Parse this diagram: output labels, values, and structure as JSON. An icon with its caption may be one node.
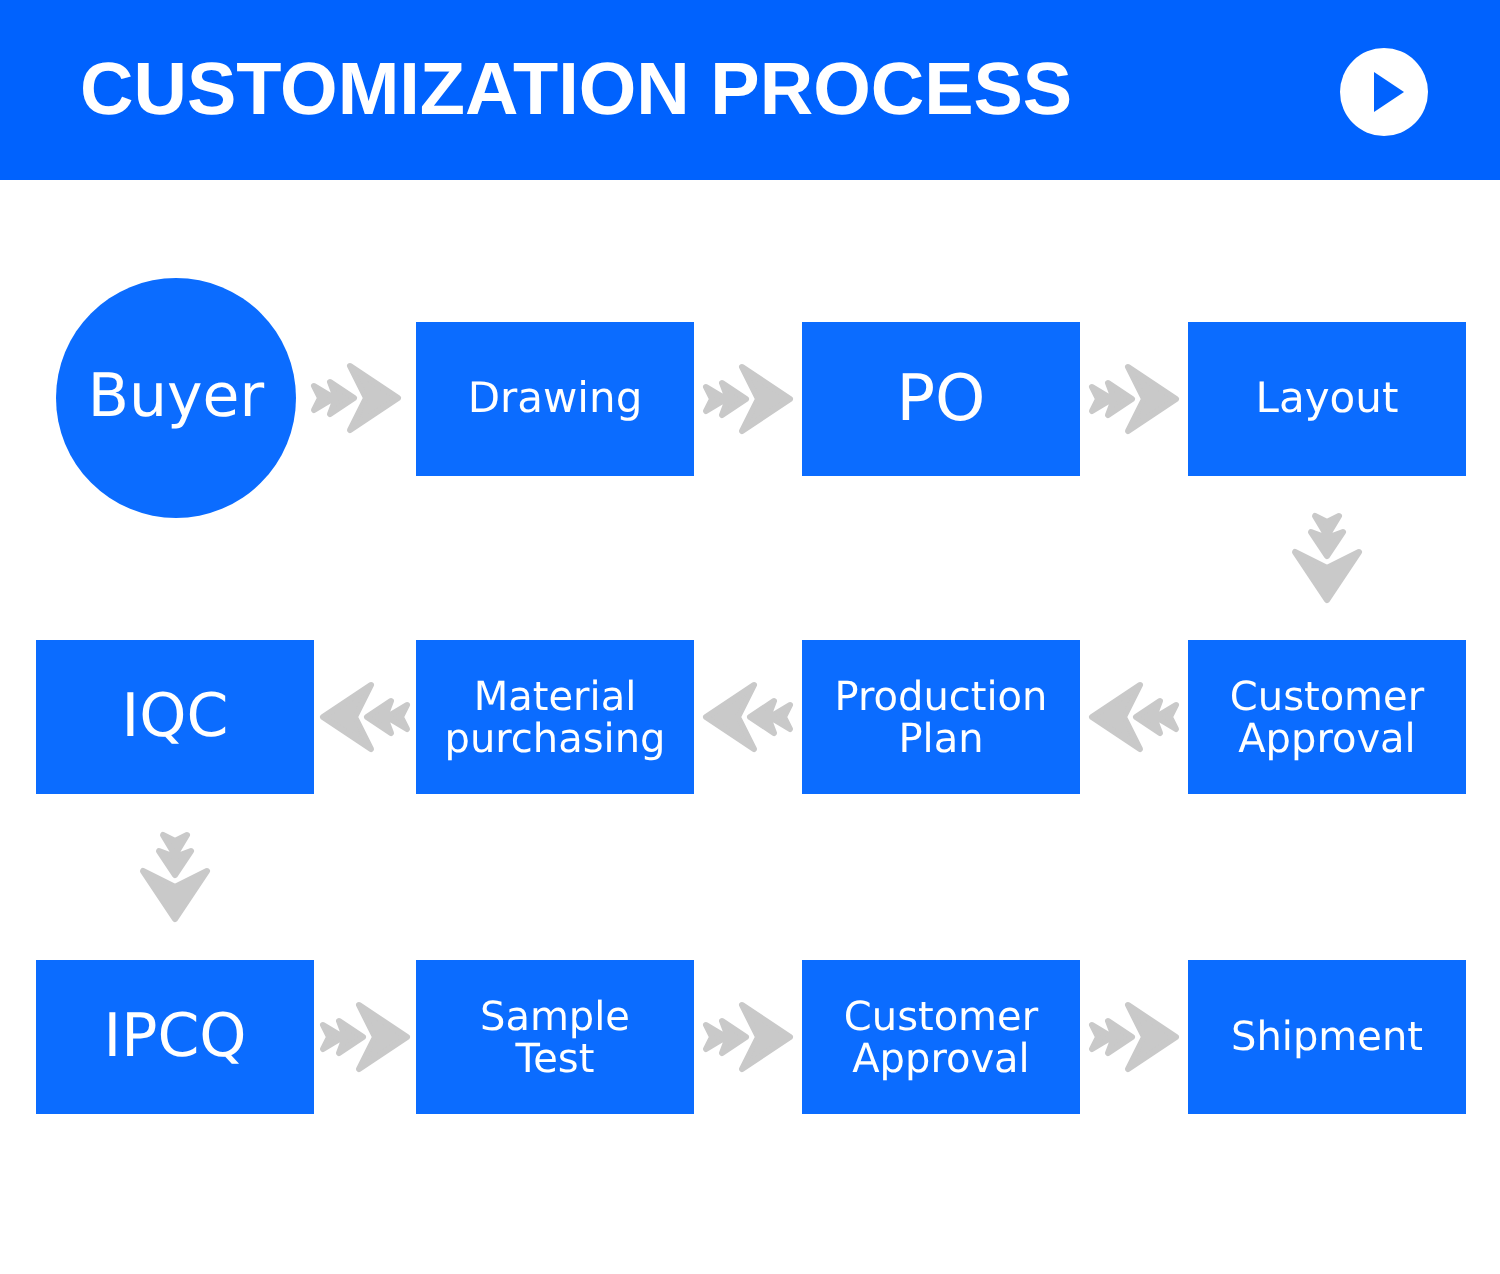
{
  "diagram": {
    "title": "CUSTOMIZATION PROCESS",
    "nodes": [
      {
        "text": [
          "Buyer"
        ]
      },
      {
        "text": [
          "Drawing"
        ]
      },
      {
        "text": [
          "PO"
        ]
      },
      {
        "text": [
          "Layout"
        ]
      },
      {
        "text": [
          "IQC"
        ]
      },
      {
        "text": [
          "Material purchasing"
        ]
      },
      {
        "text": [
          "Production Plan"
        ]
      },
      {
        "text": [
          "Customer Approval"
        ]
      },
      {
        "text": [
          "IPCQ"
        ]
      },
      {
        "text": [
          "Sample Test"
        ]
      },
      {
        "text": [
          "Customer Approval"
        ]
      },
      {
        "text": [
          "Shipment"
        ]
      }
    ],
    "edges": [
      {
        "from": 0,
        "to": 1,
        "arrow": "to"
      },
      {
        "from": 1,
        "to": 2,
        "arrow": "to"
      },
      {
        "from": 2,
        "to": 3,
        "arrow": "to"
      },
      {
        "from": 3,
        "to": 7,
        "arrow": "to"
      },
      {
        "from": 7,
        "to": 6,
        "arrow": "to"
      },
      {
        "from": 6,
        "to": 5,
        "arrow": "to"
      },
      {
        "from": 5,
        "to": 4,
        "arrow": "to"
      },
      {
        "from": 4,
        "to": 8,
        "arrow": "to"
      },
      {
        "from": 8,
        "to": 9,
        "arrow": "to"
      },
      {
        "from": 9,
        "to": 10,
        "arrow": "to"
      },
      {
        "from": 10,
        "to": 11,
        "arrow": "to"
      }
    ]
  }
}
